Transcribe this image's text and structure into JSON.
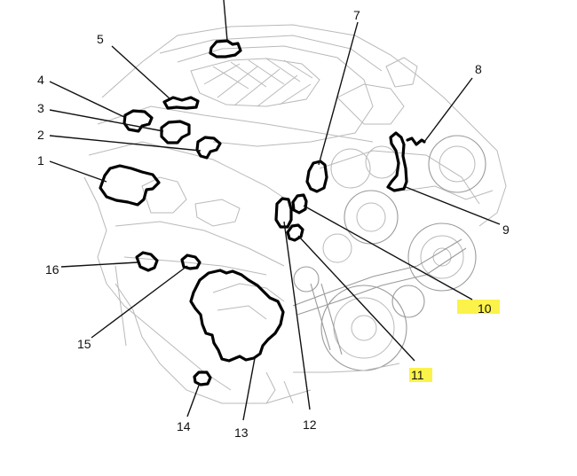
{
  "diagram": {
    "callouts": [
      {
        "id": "1",
        "label": "1"
      },
      {
        "id": "2",
        "label": "2"
      },
      {
        "id": "3",
        "label": "3"
      },
      {
        "id": "4",
        "label": "4"
      },
      {
        "id": "5",
        "label": "5"
      },
      {
        "id": "7",
        "label": "7"
      },
      {
        "id": "8",
        "label": "8"
      },
      {
        "id": "9",
        "label": "9"
      },
      {
        "id": "10",
        "label": "10",
        "highlighted": true
      },
      {
        "id": "11",
        "label": "11",
        "highlighted": true
      },
      {
        "id": "12",
        "label": "12"
      },
      {
        "id": "13",
        "label": "13"
      },
      {
        "id": "14",
        "label": "14"
      },
      {
        "id": "15",
        "label": "15"
      },
      {
        "id": "16",
        "label": "16"
      }
    ],
    "highlight_color": "#fbf24a",
    "outline_color": "#000000",
    "drawing_color": "#b9b9b9"
  }
}
